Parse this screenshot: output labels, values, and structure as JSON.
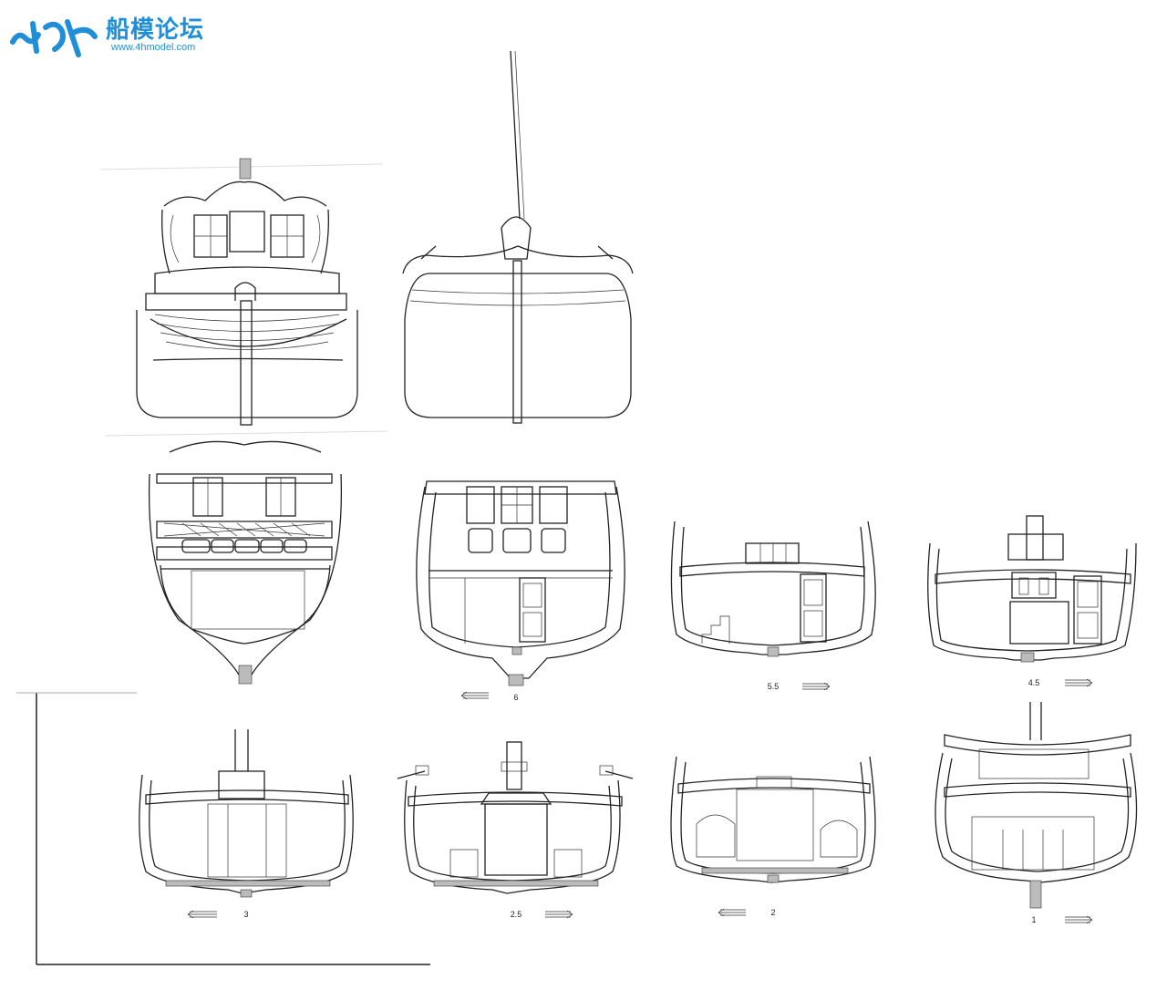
{
  "watermark": {
    "title": "船模论坛",
    "url": "www.4hmodel.com",
    "brand_color": "#1f8fd8"
  },
  "sections": [
    {
      "id": "6",
      "label": "6",
      "arrow": "left"
    },
    {
      "id": "5.5",
      "label": "5.5",
      "arrow": "right"
    },
    {
      "id": "4.5",
      "label": "4.5",
      "arrow": "right"
    },
    {
      "id": "3",
      "label": "3",
      "arrow": "left"
    },
    {
      "id": "2.5",
      "label": "2.5",
      "arrow": "right"
    },
    {
      "id": "2",
      "label": "2",
      "arrow": "left"
    },
    {
      "id": "1",
      "label": "1",
      "arrow": "right"
    }
  ],
  "views": [
    "stern-elevation",
    "bow-elevation",
    "stern-interior-section"
  ]
}
